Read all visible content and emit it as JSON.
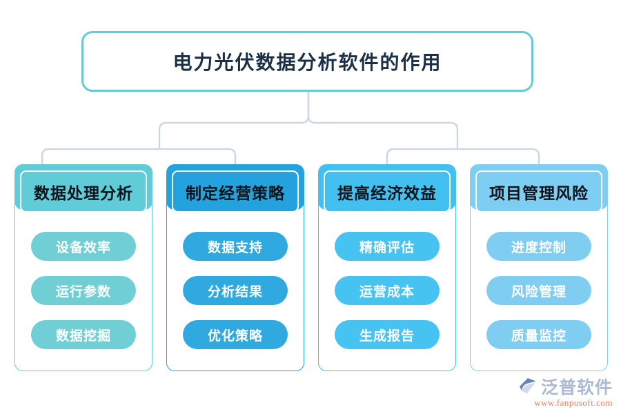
{
  "diagram": {
    "root": {
      "title": "电力光伏数据分析软件的作用",
      "border_color": "#63ccd3"
    },
    "connector_color": "#ccd7e6",
    "columns": [
      {
        "header": "数据处理分析",
        "color": "#5fccd8",
        "pill_color": "#6fcfd5",
        "items": [
          "设备效率",
          "运行参数",
          "数据挖掘"
        ]
      },
      {
        "header": "制定经营策略",
        "color": "#24a2de",
        "pill_color": "#2fa9e0",
        "items": [
          "数据支持",
          "分析结果",
          "优化策略"
        ]
      },
      {
        "header": "提高经济效益",
        "color": "#42c0f0",
        "pill_color": "#47c3f2",
        "items": [
          "精确评估",
          "运营成本",
          "生成报告"
        ]
      },
      {
        "header": "项目管理风险",
        "color": "#7ecdf2",
        "pill_color": "#80cdf2",
        "items": [
          "进度控制",
          "风险管理",
          "质量监控"
        ]
      }
    ]
  },
  "watermark": {
    "brand": "泛普软件",
    "url": "www.fanpusoft.com",
    "brand_color": "#8a9fc0",
    "url_color": "#e3663a"
  }
}
